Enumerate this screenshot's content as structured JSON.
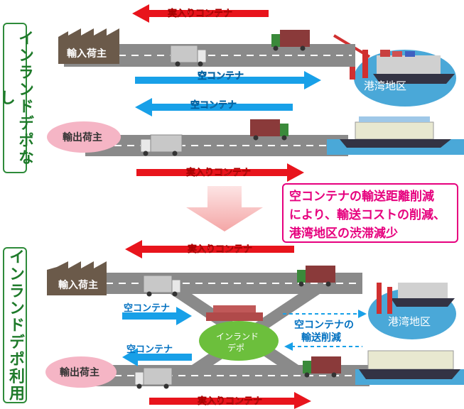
{
  "sections": {
    "without_depot": "インランドデポなし",
    "with_depot": "インランドデポ利用"
  },
  "callout": {
    "line1": "空コンテナの輸送距離削減",
    "line2": "により、輸送コストの削減、",
    "line3": "港湾地区の渋滞減少"
  },
  "labels": {
    "full_container": "実入りコンテナ",
    "empty_container": "空コンテナ",
    "importer": "輸入荷主",
    "exporter": "輸出荷主",
    "port_area": "港湾地区",
    "inland_depot_line1": "インランド",
    "inland_depot_line2": "デポ",
    "empty_reduction_line1": "空コンテナの",
    "empty_reduction_line2": "輸送削減"
  },
  "colors": {
    "red_arrow": "#e8141c",
    "blue_arrow": "#18a0e8",
    "green_frame": "#2e8b3a",
    "magenta": "#e6007e"
  }
}
